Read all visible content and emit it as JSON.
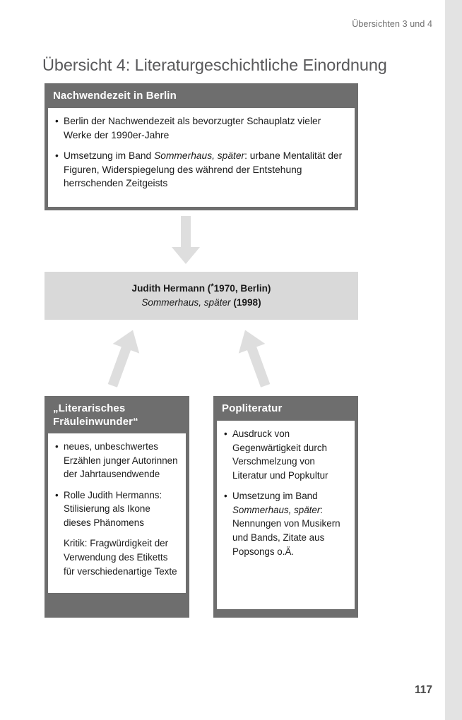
{
  "page": {
    "running_head": "Übersichten 3 und 4",
    "title": "Übersicht 4: Literaturgeschichtliche Einordnung",
    "folio": "117",
    "colors": {
      "header_gray": "#6e6e6e",
      "center_box_gray": "#d9d9d9",
      "arrow_gray": "#dedede",
      "title_gray": "#59595b",
      "edge_band_gray": "#e3e3e3"
    }
  },
  "diagram": {
    "top_box": {
      "heading": "Nachwendezeit in Berlin",
      "items": [
        {
          "bullet": true,
          "parts": [
            {
              "text": "Berlin der Nachwendezeit als bevorzugter Schauplatz vieler Werke der 1990er-Jahre",
              "italic": false
            }
          ]
        },
        {
          "bullet": true,
          "parts": [
            {
              "text": "Umsetzung im Band ",
              "italic": false
            },
            {
              "text": "Sommerhaus, später",
              "italic": true
            },
            {
              "text": ": urbane Mentalität der Figuren, Widerspiegelung des während der Entstehung herrschenden Zeitgeists",
              "italic": false
            }
          ]
        }
      ]
    },
    "center_box": {
      "author_line_prefix": "Judith Hermann (",
      "author_birth_star": "*",
      "author_line_suffix": "1970, Berlin)",
      "work_title": "Sommerhaus, später",
      "work_year": " (1998)"
    },
    "left_box": {
      "heading_line1": "„Literarisches",
      "heading_line2": "Fräuleinwunder“",
      "items": [
        {
          "bullet": true,
          "parts": [
            {
              "text": "neues, unbeschwertes Erzählen junger Autorinnen der Jahrtausendwende",
              "italic": false
            }
          ]
        },
        {
          "bullet": true,
          "parts": [
            {
              "text": "Rolle Judith Hermanns: Stilisierung als Ikone dieses Phänomens",
              "italic": false
            }
          ]
        },
        {
          "bullet": false,
          "parts": [
            {
              "text": "Kritik: Fragwürdigkeit der Verwendung des Etiketts für verschiedenartige Texte",
              "italic": false
            }
          ]
        }
      ]
    },
    "right_box": {
      "heading": "Popliteratur",
      "items": [
        {
          "bullet": true,
          "parts": [
            {
              "text": "Ausdruck von Gegenwärtigkeit durch Verschmelzung von Literatur und Popkultur",
              "italic": false
            }
          ]
        },
        {
          "bullet": true,
          "parts": [
            {
              "text": "Umsetzung im Band ",
              "italic": false
            },
            {
              "text": "Sommerhaus, später",
              "italic": true
            },
            {
              "text": ": Nennungen von Musikern und Bands, Zitate aus Popsongs o.Ä.",
              "italic": false
            }
          ]
        }
      ]
    },
    "arrows": [
      {
        "name": "arrow-down",
        "direction": "down"
      },
      {
        "name": "arrow-down-left",
        "direction": "down-left"
      },
      {
        "name": "arrow-down-right",
        "direction": "down-right"
      }
    ]
  }
}
